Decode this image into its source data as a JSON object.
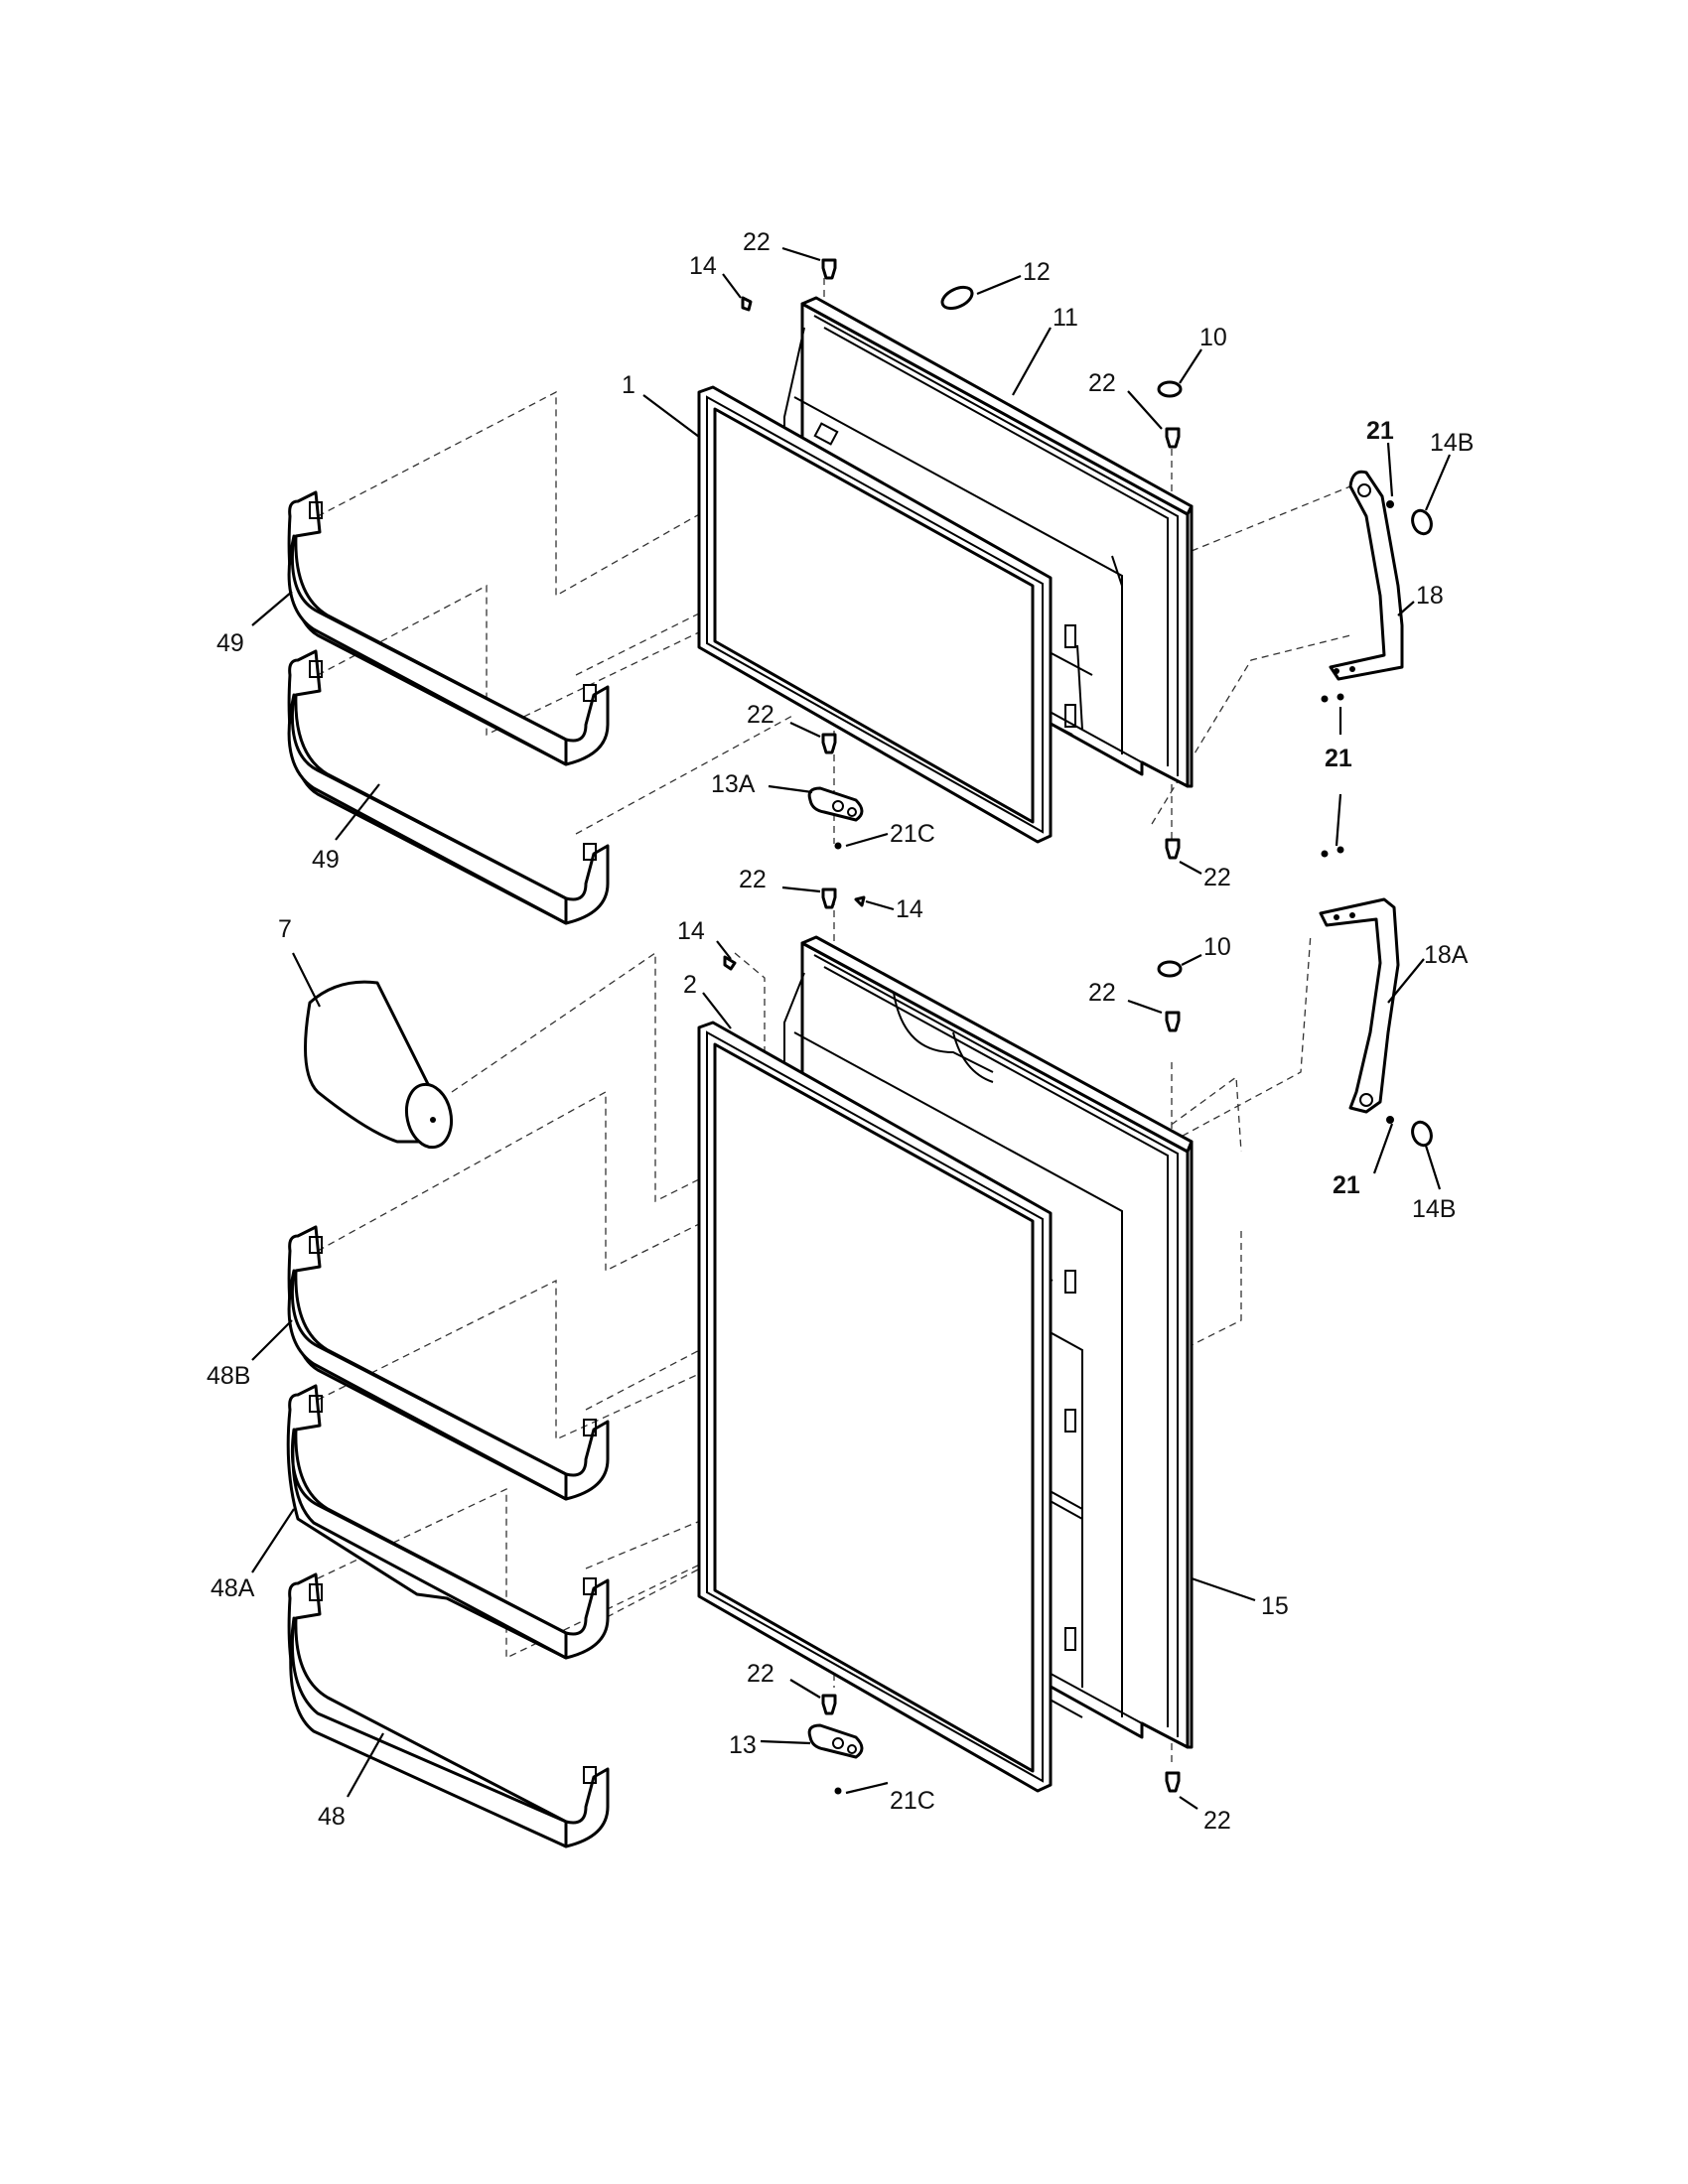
{
  "labels": {
    "p1": "1",
    "p2": "2",
    "p7": "7",
    "p10a": "10",
    "p10b": "10",
    "p11": "11",
    "p12": "12",
    "p13": "13",
    "p13a": "13A",
    "p14a": "14",
    "p14b": "14",
    "p14c": "14",
    "p14ba": "14B",
    "p14bb": "14B",
    "p15": "15",
    "p18": "18",
    "p18a": "18A",
    "p21a": "21",
    "p21b": "21",
    "p21c": "21",
    "p21ca": "21C",
    "p21cb": "21C",
    "p22a": "22",
    "p22b": "22",
    "p22c": "22",
    "p22d": "22",
    "p22e": "22",
    "p22f": "22",
    "p22g": "22",
    "p22h": "22",
    "p48": "48",
    "p48a": "48A",
    "p48b": "48B",
    "p49a": "49",
    "p49b": "49"
  }
}
